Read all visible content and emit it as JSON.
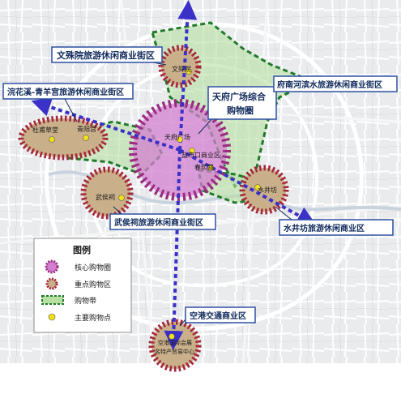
{
  "map": {
    "colors": {
      "core_fill": "#d37fd0",
      "core_ring": "#9a2b80",
      "key_ring": "#a4263a",
      "key_fill": "#c9b08a",
      "belt_fill": "#b6e0a2",
      "belt_line": "#1f7a2a",
      "point": "#f2e01a",
      "arrow": "#3b30c8",
      "callout_bg": "#ffffff",
      "callout_border": "#2c4fa3"
    },
    "callouts": {
      "wenshuyuan": "文殊院旅游休闲商业街区",
      "huanhuaxi": "浣花溪-青羊宫旅游休闲商业街区",
      "tianfu_line1": "天府广场综合",
      "tianfu_line2": "购物圈",
      "funan": "府南河滨水旅游休闲商业街区",
      "wuhouci": "武侯祠旅游休闲商业街区",
      "shuijingfang": "水井坊旅游休闲商业区",
      "airport": "空港交通商业区"
    },
    "place_labels": {
      "wenshuyuan": "文殊院",
      "dufucaotang": "杜甫草堂",
      "qingyanggong": "青阳宫",
      "tianfuguangchang": "天府广场",
      "yanshikou": "盐市口商业区",
      "chunxilu": "春熙路",
      "wuhouci": "武侯祠",
      "shuijingfang": "水井坊",
      "airport_line1": "空港国际会展",
      "airport_line2": "名特产贸易中心"
    },
    "legend": {
      "title": "图例",
      "items": [
        {
          "label": "核心购物圈",
          "icon": "core-ring-icon"
        },
        {
          "label": "重点购物区",
          "icon": "key-ring-icon"
        },
        {
          "label": "购物带",
          "icon": "dashed-belt-icon"
        },
        {
          "label": "主要购物点",
          "icon": "point-icon"
        }
      ]
    }
  }
}
